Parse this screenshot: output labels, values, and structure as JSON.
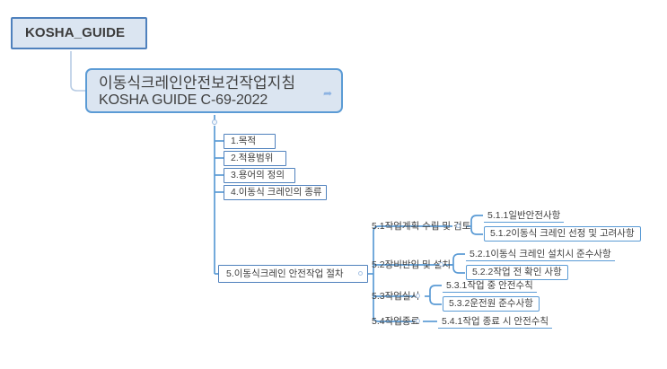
{
  "document": {
    "title": "KOSHA_GUIDE",
    "type": "mindmap"
  },
  "root": {
    "label": "KOSHA_GUIDE"
  },
  "central": {
    "line1": "이동식크레인안전보건작업지침",
    "line2": "KOSHA GUIDE C-69-2022",
    "note_icon": "note-icon"
  },
  "sections": [
    {
      "label": "1.목적"
    },
    {
      "label": "2.적용범위"
    },
    {
      "label": "3.용어의 정의"
    },
    {
      "label": "4.이동식 크레인의 종류"
    }
  ],
  "section5": {
    "label": "5.이동식크레인 안전작업 절차",
    "children": [
      {
        "label": "5.1작업계획 수립 및 검토",
        "children": [
          {
            "label": "5.1.1일반안전사항",
            "style": "underline"
          },
          {
            "label": "5.1.2이동식 크레인 선정 및 고려사항",
            "style": "boxed"
          }
        ]
      },
      {
        "label": "5.2장비반입 및 설치",
        "children": [
          {
            "label": "5.2.1이동식 크레인 설치시 준수사항",
            "style": "underline"
          },
          {
            "label": "5.2.2작업 전 확인 사항",
            "style": "boxed"
          }
        ]
      },
      {
        "label": "5.3작업실시",
        "children": [
          {
            "label": "5.3.1작업 중 안전수칙",
            "style": "underline"
          },
          {
            "label": "5.3.2운전원 준수사항",
            "style": "boxed"
          }
        ]
      },
      {
        "label": "5.4작업종료",
        "children": [
          {
            "label": "5.4.1작업 종료 시 안전수칙",
            "style": "underline"
          }
        ]
      }
    ]
  },
  "colors": {
    "node_fill_accent": "#dbe5f1",
    "border_dark_blue": "#4f81bd",
    "border_light_blue": "#5b9bd5",
    "connector": "#5b9bd5",
    "text": "#3f3f3f",
    "background": "#ffffff"
  }
}
